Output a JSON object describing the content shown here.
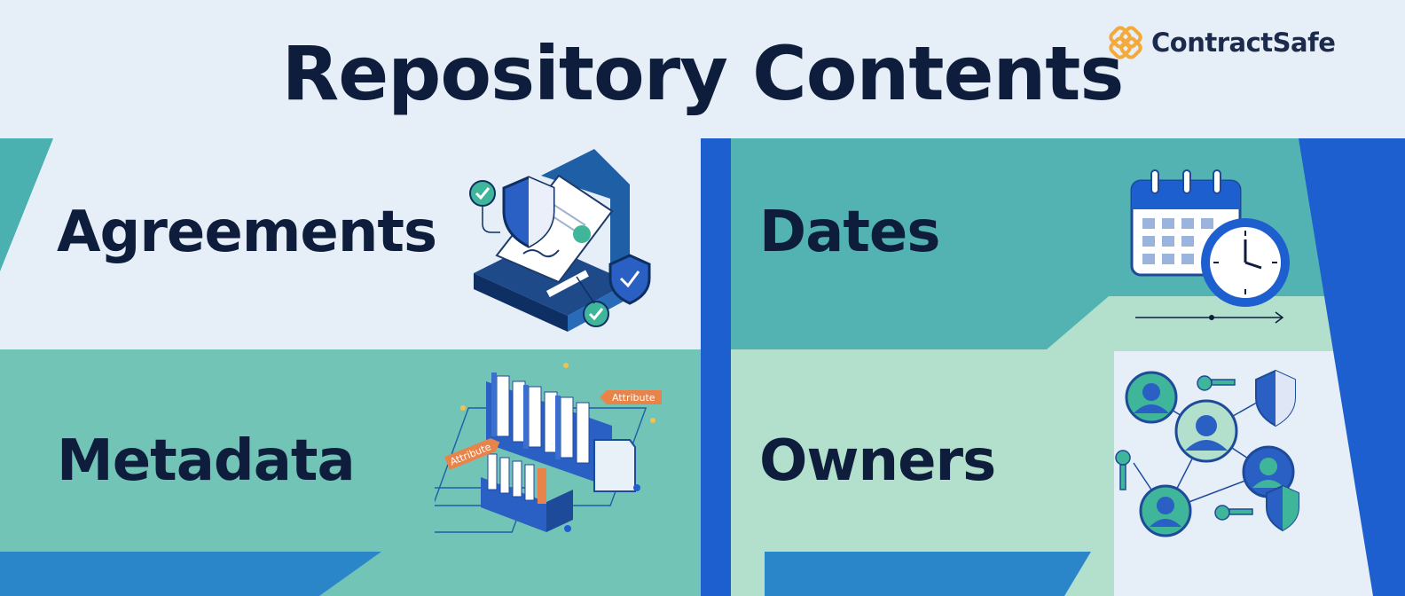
{
  "title": "Repository Contents",
  "brand": {
    "name": "ContractSafe",
    "logo_color": "#f4a93b"
  },
  "panels": [
    {
      "label": "Agreements",
      "icon": "agreement-document-icon"
    },
    {
      "label": "Dates",
      "icon": "calendar-clock-icon"
    },
    {
      "label": "Metadata",
      "icon": "file-cabinet-icon",
      "tags": [
        "Attribute",
        "Attribute"
      ]
    },
    {
      "label": "Owners",
      "icon": "owner-network-icon"
    }
  ],
  "colors": {
    "background": "#e6eef8",
    "teal": "#52b3b2",
    "mint": "#b3e0cc",
    "blue": "#1e5fd0",
    "navy": "#0e1d3c",
    "orange": "#e8844a"
  }
}
